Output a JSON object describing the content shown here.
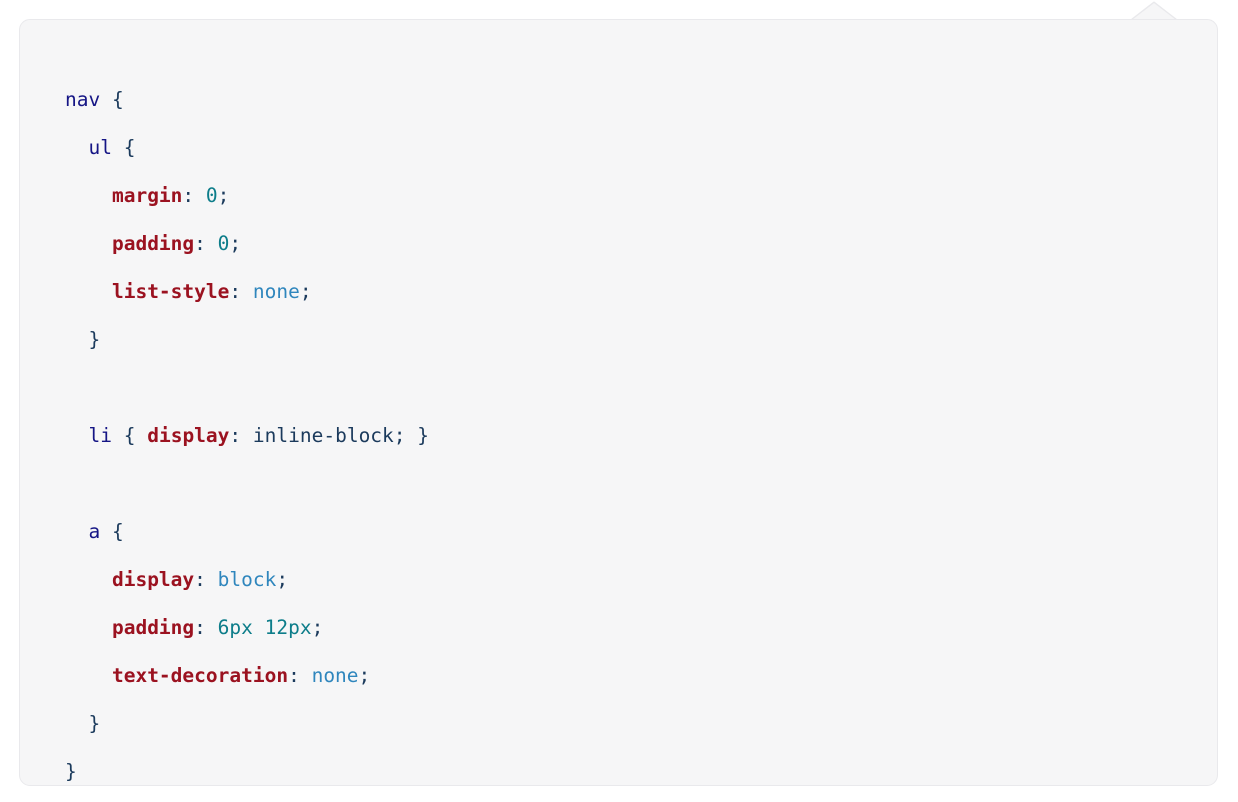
{
  "card": {
    "background_color": "#f6f6f7",
    "border_color": "#e9e9ec",
    "page_background": "#ffffff"
  },
  "callout": {
    "name": "triangle-tail",
    "direction": "up",
    "fill_color": "#f6f6f7",
    "stroke_color": "#e9e9ec"
  },
  "syntax_colors": {
    "selector": "#151585",
    "punctuation": "#1b3a5c",
    "property": "#9b1220",
    "keyword": "#2f86bd",
    "number": "#0d7d8a",
    "value": "#1b3a5c"
  },
  "code": {
    "language": "css",
    "lines": [
      {
        "indent": 0,
        "tokens": [
          {
            "t": "nav",
            "c": "selector"
          },
          {
            "t": " ",
            "c": "plain"
          },
          {
            "t": "{",
            "c": "punct"
          }
        ]
      },
      {
        "indent": 1,
        "tokens": [
          {
            "t": "ul",
            "c": "selector"
          },
          {
            "t": " ",
            "c": "plain"
          },
          {
            "t": "{",
            "c": "punct"
          }
        ]
      },
      {
        "indent": 2,
        "tokens": [
          {
            "t": "margin",
            "c": "prop"
          },
          {
            "t": ":",
            "c": "punct"
          },
          {
            "t": " ",
            "c": "plain"
          },
          {
            "t": "0",
            "c": "number"
          },
          {
            "t": ";",
            "c": "punct"
          }
        ]
      },
      {
        "indent": 2,
        "tokens": [
          {
            "t": "padding",
            "c": "prop"
          },
          {
            "t": ":",
            "c": "punct"
          },
          {
            "t": " ",
            "c": "plain"
          },
          {
            "t": "0",
            "c": "number"
          },
          {
            "t": ";",
            "c": "punct"
          }
        ]
      },
      {
        "indent": 2,
        "tokens": [
          {
            "t": "list-style",
            "c": "prop"
          },
          {
            "t": ":",
            "c": "punct"
          },
          {
            "t": " ",
            "c": "plain"
          },
          {
            "t": "none",
            "c": "keyword"
          },
          {
            "t": ";",
            "c": "punct"
          }
        ]
      },
      {
        "indent": 1,
        "tokens": [
          {
            "t": "}",
            "c": "punct"
          }
        ]
      },
      {
        "indent": 0,
        "tokens": []
      },
      {
        "indent": 1,
        "tokens": [
          {
            "t": "li",
            "c": "selector"
          },
          {
            "t": " ",
            "c": "plain"
          },
          {
            "t": "{",
            "c": "punct"
          },
          {
            "t": " ",
            "c": "plain"
          },
          {
            "t": "display",
            "c": "prop"
          },
          {
            "t": ":",
            "c": "punct"
          },
          {
            "t": " ",
            "c": "plain"
          },
          {
            "t": "inline-block",
            "c": "value"
          },
          {
            "t": ";",
            "c": "punct"
          },
          {
            "t": " ",
            "c": "plain"
          },
          {
            "t": "}",
            "c": "punct"
          }
        ]
      },
      {
        "indent": 0,
        "tokens": []
      },
      {
        "indent": 1,
        "tokens": [
          {
            "t": "a",
            "c": "selector"
          },
          {
            "t": " ",
            "c": "plain"
          },
          {
            "t": "{",
            "c": "punct"
          }
        ]
      },
      {
        "indent": 2,
        "tokens": [
          {
            "t": "display",
            "c": "prop"
          },
          {
            "t": ":",
            "c": "punct"
          },
          {
            "t": " ",
            "c": "plain"
          },
          {
            "t": "block",
            "c": "keyword"
          },
          {
            "t": ";",
            "c": "punct"
          }
        ]
      },
      {
        "indent": 2,
        "tokens": [
          {
            "t": "padding",
            "c": "prop"
          },
          {
            "t": ":",
            "c": "punct"
          },
          {
            "t": " ",
            "c": "plain"
          },
          {
            "t": "6px",
            "c": "number"
          },
          {
            "t": " ",
            "c": "plain"
          },
          {
            "t": "12px",
            "c": "number"
          },
          {
            "t": ";",
            "c": "punct"
          }
        ]
      },
      {
        "indent": 2,
        "tokens": [
          {
            "t": "text-decoration",
            "c": "prop"
          },
          {
            "t": ":",
            "c": "punct"
          },
          {
            "t": " ",
            "c": "plain"
          },
          {
            "t": "none",
            "c": "keyword"
          },
          {
            "t": ";",
            "c": "punct"
          }
        ]
      },
      {
        "indent": 1,
        "tokens": [
          {
            "t": "}",
            "c": "punct"
          }
        ]
      },
      {
        "indent": 0,
        "tokens": [
          {
            "t": "}",
            "c": "punct"
          }
        ]
      }
    ],
    "plain_text": "nav {\n  ul {\n    margin: 0;\n    padding: 0;\n    list-style: none;\n  }\n\n  li { display: inline-block; }\n\n  a {\n    display: block;\n    padding: 6px 12px;\n    text-decoration: none;\n  }\n}"
  }
}
